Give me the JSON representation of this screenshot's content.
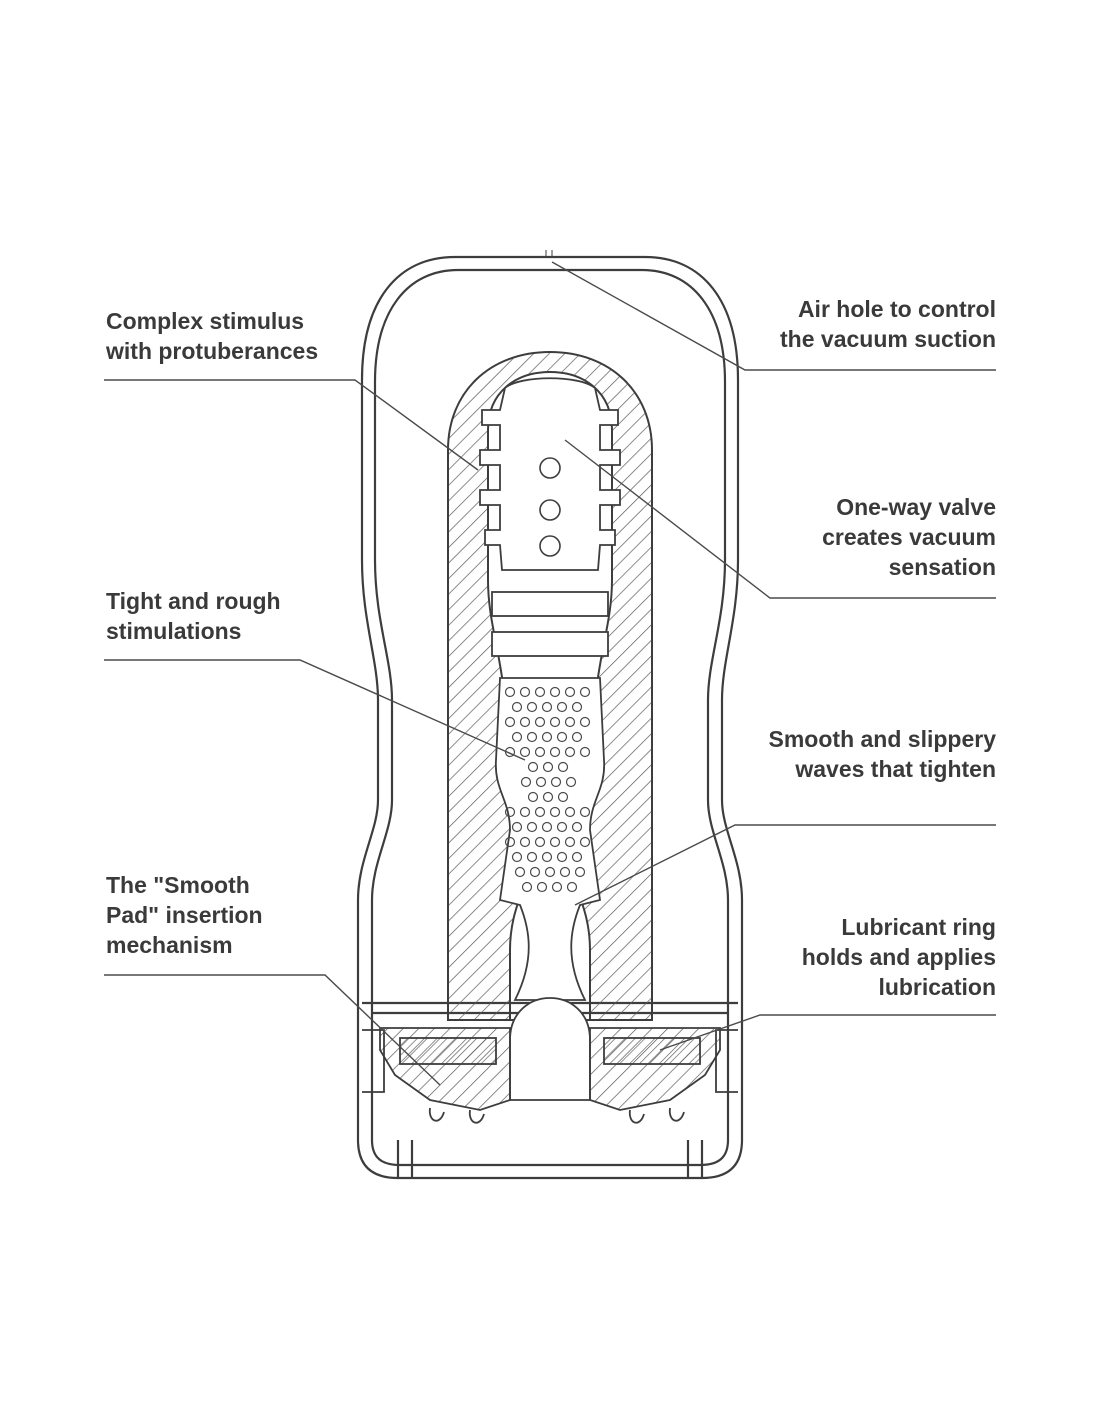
{
  "colors": {
    "line": "#3d3d3d",
    "text": "#3a3a3a",
    "background": "#ffffff",
    "hatch": "#5a5a5a"
  },
  "labels": {
    "complex_stimulus": "Complex stimulus\nwith protuberances",
    "tight_rough": "Tight and rough\nstimulations",
    "smooth_pad": "The \"Smooth\nPad\" insertion\nmechanism",
    "air_hole": "Air hole to control\nthe vacuum suction",
    "one_way_valve": "One-way valve\ncreates vacuum\nsensation",
    "smooth_waves": "Smooth and slippery\nwaves that tighten",
    "lubricant_ring": "Lubricant ring\nholds and applies\nlubrication"
  }
}
